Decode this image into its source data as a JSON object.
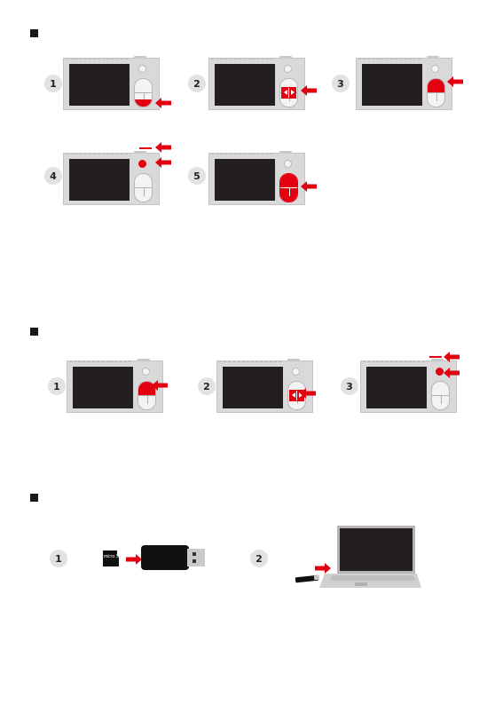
{
  "colors": {
    "accent": "#e3000f",
    "body": "#d9d9d9",
    "screen": "#231f20",
    "badge": "#e2e2e2"
  },
  "section1": {
    "steps": [
      "1",
      "2",
      "3",
      "4",
      "5"
    ]
  },
  "section2": {
    "steps": [
      "1",
      "2",
      "3"
    ]
  },
  "section3": {
    "steps": [
      "1",
      "2"
    ],
    "card_label": "micro SD"
  },
  "icons": [
    "section-bullet-icon",
    "red-arrow-icon",
    "camera-icon",
    "microsd-card-icon",
    "card-reader-icon",
    "laptop-icon"
  ]
}
